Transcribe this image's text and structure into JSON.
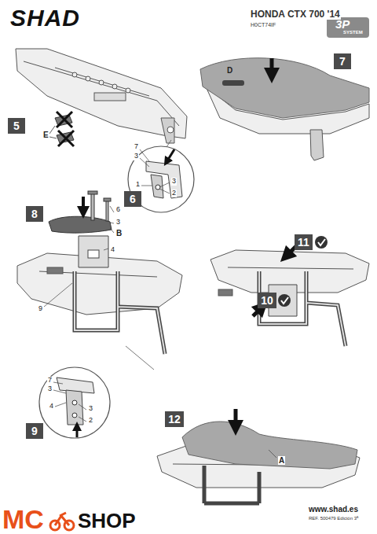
{
  "diagram": {
    "nodes": [
      {
        "text": [
          "7"
        ]
      },
      {
        "text": [
          "5"
        ]
      },
      {
        "text": [
          "6"
        ]
      },
      {
        "text": [
          "8"
        ]
      },
      {
        "text": [
          "11"
        ]
      },
      {
        "text": [
          "10"
        ]
      },
      {
        "text": [
          "12"
        ]
      },
      {
        "text": [
          "9"
        ]
      }
    ],
    "labels": [
      "SHAD",
      "HONDA CTX 700 '14",
      "H0CT74IF",
      "3P",
      "SYSTEM",
      "E",
      "7",
      "3",
      "1",
      "3",
      "2",
      "D",
      "6",
      "3",
      "B",
      "4",
      "9",
      "7",
      "3",
      "4",
      "3",
      "2",
      "A",
      "www.shad.es",
      "REF. 500479 Edición 3ª",
      "MC",
      "SHOP"
    ]
  }
}
